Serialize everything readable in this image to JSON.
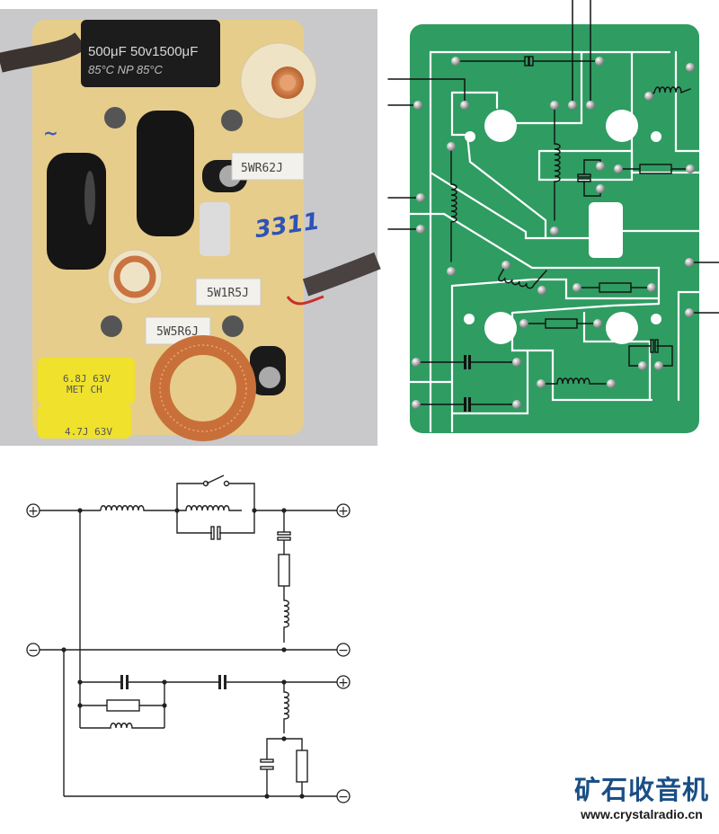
{
  "photo": {
    "labels": {
      "capacitor_top_line1": "500μF  50v1500μF",
      "capacitor_top_line2": "85°C   NP 85°C",
      "resistor_1": "5WR62J",
      "resistor_2": "5W1R5J",
      "resistor_3": "5W5R6J",
      "film_cap_1_line1": "6.8J 63V",
      "film_cap_1_line2": "MET CH",
      "film_cap_2": "4.7J 63V",
      "handwriting": "3311"
    },
    "colors": {
      "board": "#e6cd8c",
      "background": "#c9c9cb"
    }
  },
  "pcb": {
    "colors": {
      "board": "#2f9c62",
      "trace": "#ffffff",
      "pad": "#b5b5b5"
    }
  },
  "schematic": {
    "terminals": {
      "plus": "+",
      "minus": "−"
    }
  },
  "watermark": {
    "title": "矿石收音机",
    "url": "www.crystalradio.cn"
  }
}
